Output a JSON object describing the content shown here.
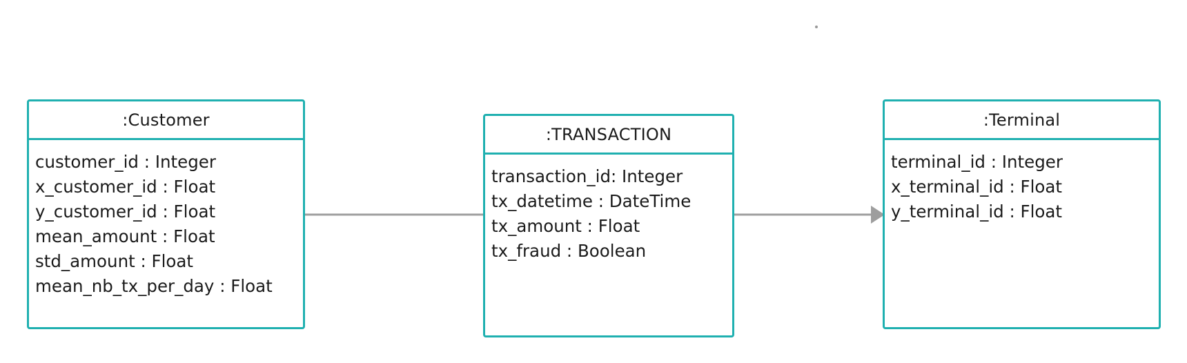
{
  "colors": {
    "class_border": "#1fb0b0",
    "connector": "#9e9e9e",
    "text": "#1a1a1a",
    "background": "#ffffff"
  },
  "classes": [
    {
      "id": "customer",
      "name": ":Customer",
      "attributes": [
        "customer_id : Integer",
        "x_customer_id : Float",
        "y_customer_id : Float",
        "mean_amount : Float",
        "std_amount : Float",
        "mean_nb_tx_per_day : Float"
      ]
    },
    {
      "id": "transaction",
      "name": ":TRANSACTION",
      "attributes": [
        "transaction_id: Integer",
        "tx_datetime : DateTime",
        "tx_amount : Float",
        "tx_fraud : Boolean"
      ]
    },
    {
      "id": "terminal",
      "name": ":Terminal",
      "attributes": [
        "terminal_id : Integer",
        "x_terminal_id : Float",
        "y_terminal_id : Float"
      ]
    }
  ],
  "connectors": [
    {
      "from": "customer",
      "to": "transaction",
      "arrowhead": "none"
    },
    {
      "from": "transaction",
      "to": "terminal",
      "arrowhead": "filled-triangle"
    }
  ]
}
